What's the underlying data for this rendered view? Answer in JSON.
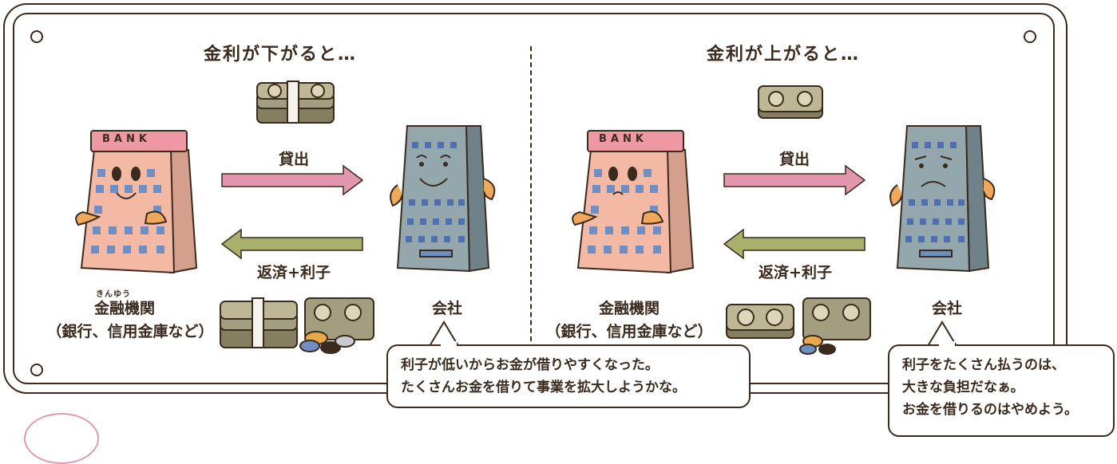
{
  "left_panel": {
    "title": "金利が下がると…",
    "loan_label": "貸出",
    "repay_label": "返済+利子",
    "bank_ruby": "きんゆう",
    "bank_name": "金融機関",
    "bank_sub": "（銀行、信用金庫など）",
    "bank_sign": "BANK",
    "company_label": "会社",
    "bubble_lines": [
      "利子が低いからお金が借りやすくなった。",
      "たくさんお金を借りて事業を拡大しようかな。"
    ]
  },
  "right_panel": {
    "title": "金利が上がると…",
    "loan_label": "貸出",
    "repay_label": "返済+利子",
    "bank_name": "金融機関",
    "bank_sub": "（銀行、信用金庫など）",
    "bank_sign": "BANK",
    "company_label": "会社",
    "bubble_lines": [
      "利子をたくさん払うのは、",
      "大きな負担だなぁ。",
      "お金を借りるのはやめよう。"
    ]
  },
  "colors": {
    "loan_arrow": "#e397ae",
    "repay_arrow": "#a9b06b",
    "bank_body": "#f3b9a5",
    "bank_roof": "#ee98a3",
    "company_body": "#93a7ad",
    "company_side": "#6f8189",
    "outline": "#3b2a1e"
  }
}
